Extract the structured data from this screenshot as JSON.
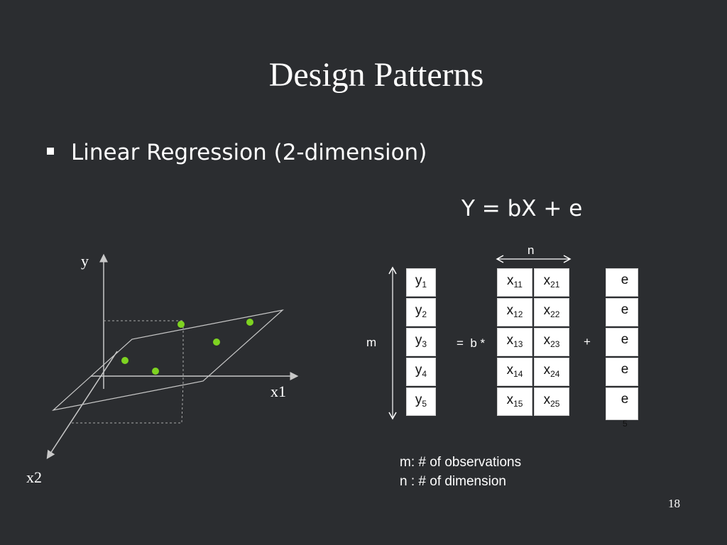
{
  "slide": {
    "title": "Design Patterns",
    "bullet": "Linear Regression (2-dimension)",
    "equation": "Y = bX + e",
    "page_number": "18",
    "background_color": "#2b2d30"
  },
  "diagram": {
    "axis_y": "y",
    "axis_x1": "x1",
    "axis_x2": "x2",
    "point_color": "#7ed321",
    "point_count": 5
  },
  "matrix": {
    "n_label": "n",
    "m_label": "m",
    "eq_label": "=  b *",
    "plus_label": "+",
    "y_cells": [
      {
        "base": "y",
        "sub": "1"
      },
      {
        "base": "y",
        "sub": "2"
      },
      {
        "base": "y",
        "sub": "3"
      },
      {
        "base": "y",
        "sub": "4"
      },
      {
        "base": "y",
        "sub": "5"
      }
    ],
    "x1_cells": [
      {
        "base": "x",
        "sub": "11"
      },
      {
        "base": "x",
        "sub": "12"
      },
      {
        "base": "x",
        "sub": "13"
      },
      {
        "base": "x",
        "sub": "14"
      },
      {
        "base": "x",
        "sub": "15"
      }
    ],
    "x2_cells": [
      {
        "base": "x",
        "sub": "21"
      },
      {
        "base": "x",
        "sub": "22"
      },
      {
        "base": "x",
        "sub": "23"
      },
      {
        "base": "x",
        "sub": "24"
      },
      {
        "base": "x",
        "sub": "25"
      }
    ],
    "e_cells": [
      "e",
      "e",
      "e",
      "e",
      "e"
    ],
    "e_trailing_sub": "5"
  },
  "notes": {
    "line1": "m: # of observations",
    "line2": "n : # of dimension"
  }
}
